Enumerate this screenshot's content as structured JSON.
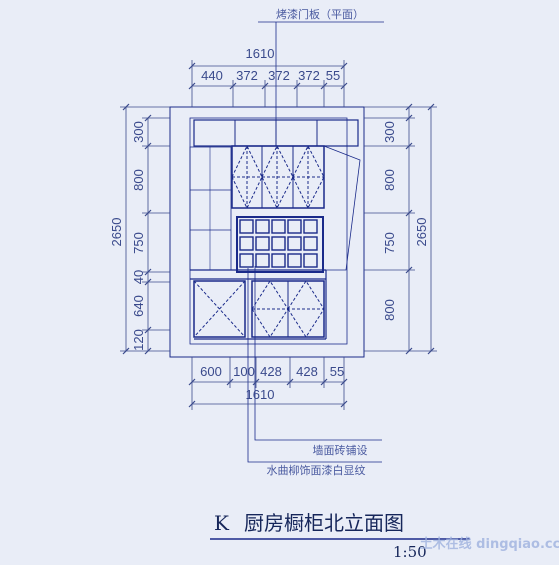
{
  "drawing": {
    "title_letter": "K",
    "title": "厨房橱柜北立面图",
    "scale": "1:50",
    "annotations": {
      "top": "烤漆门板（平面）",
      "bottom_1": "墙面砖铺设",
      "bottom_2": "水曲柳饰面漆白显纹"
    },
    "dimensions": {
      "overall_width": "1610",
      "top_widths": [
        "440",
        "372",
        "372",
        "372",
        "55"
      ],
      "bottom_widths": [
        "600",
        "100",
        "428",
        "428",
        "55"
      ],
      "overall_height": "2650",
      "left_heights": [
        "300",
        "800",
        "750",
        "40",
        "640",
        "120"
      ],
      "right_heights": [
        "300",
        "800",
        "750",
        "800"
      ]
    },
    "watermark": "土木在线 dingqiao.cc",
    "colors": {
      "background": "#e9edf7",
      "line": "#1a2a8a",
      "dimension": "#3a4a8c",
      "annotation": "#4a5aa0"
    }
  }
}
